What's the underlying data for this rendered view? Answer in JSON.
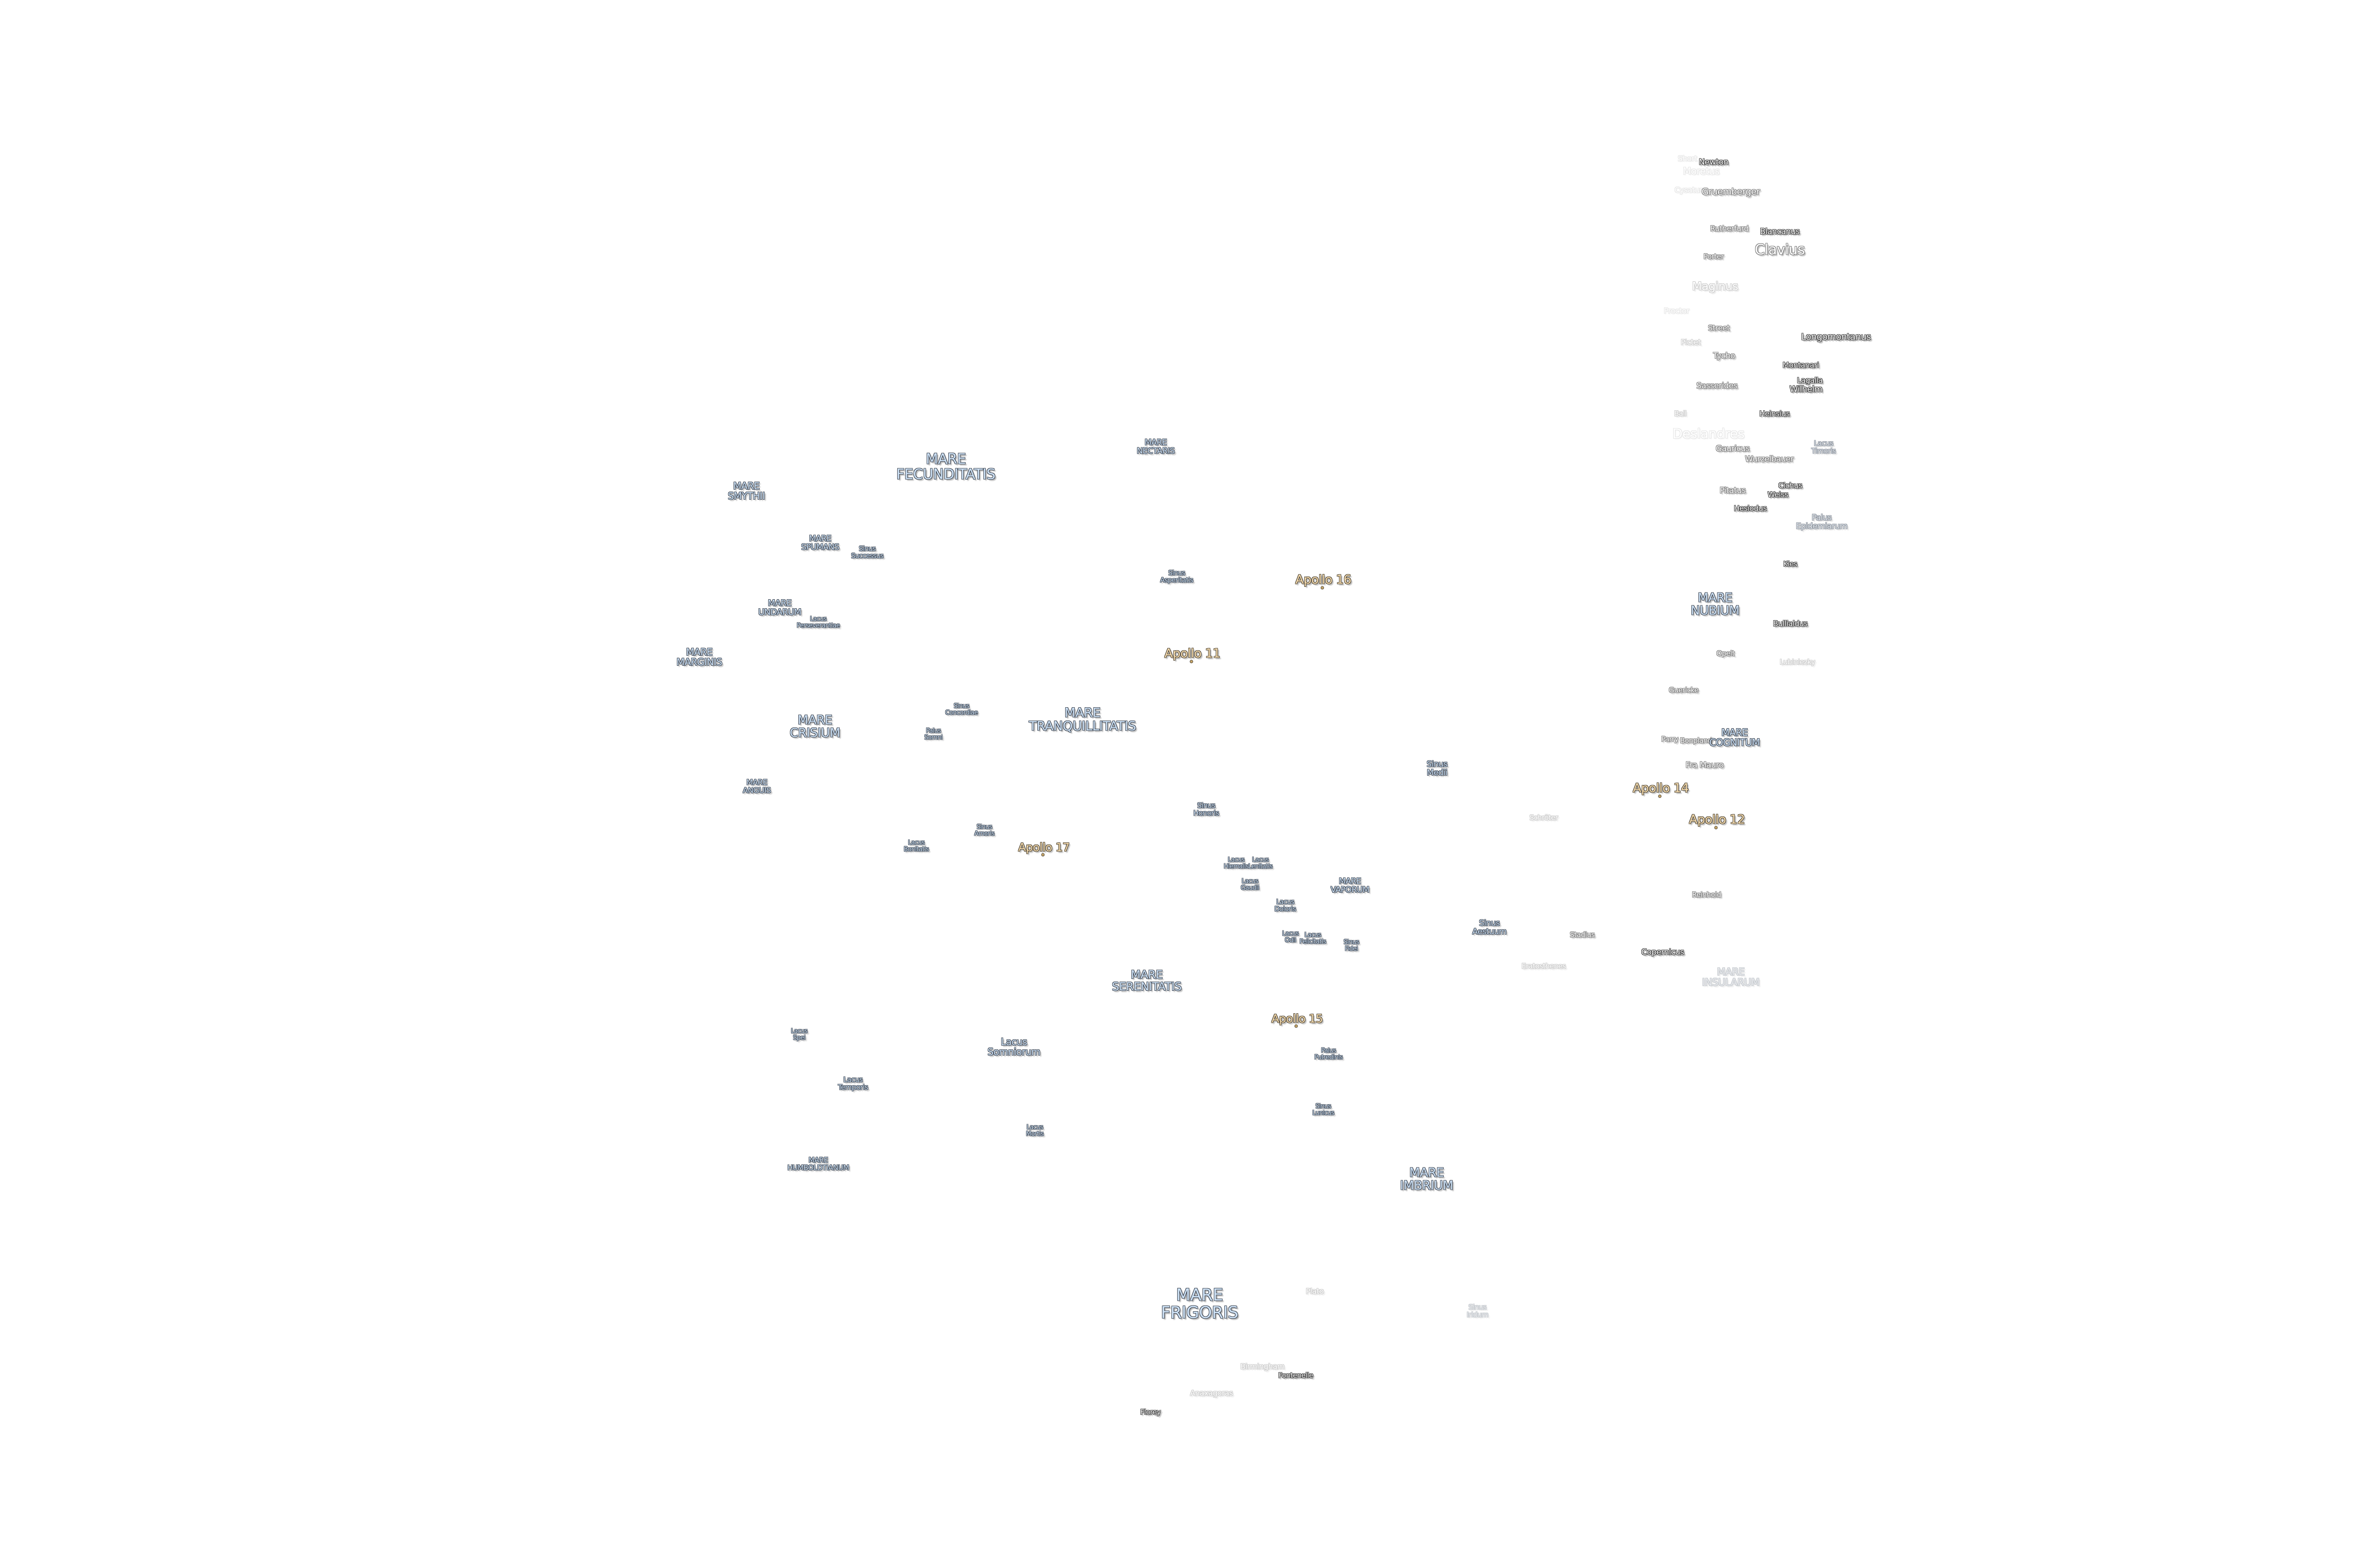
{
  "map": {
    "accent_colors": {
      "mare": "#cfe3f7",
      "apollo": "#f6ddb0",
      "crater": "#ffffff"
    },
    "labels": [
      {
        "text": "Short",
        "kind": "crater"
      },
      {
        "text": "Newton",
        "kind": "crater"
      },
      {
        "text": "Moretus",
        "kind": "crater"
      },
      {
        "text": "Cysatus",
        "kind": "crater"
      },
      {
        "text": "Gruemberger",
        "kind": "crater"
      },
      {
        "text": "Rutherfurd",
        "kind": "crater"
      },
      {
        "text": "Blancanus",
        "kind": "crater"
      },
      {
        "text": "Clavius",
        "kind": "crater"
      },
      {
        "text": "Porter",
        "kind": "crater"
      },
      {
        "text": "Maginus",
        "kind": "crater"
      },
      {
        "text": "Proctor",
        "kind": "crater"
      },
      {
        "text": "Street",
        "kind": "crater"
      },
      {
        "text": "Longomontanus",
        "kind": "crater"
      },
      {
        "text": "Pictet",
        "kind": "crater"
      },
      {
        "text": "Tycho",
        "kind": "crater"
      },
      {
        "text": "Montanari",
        "kind": "crater"
      },
      {
        "text": "Sasserides",
        "kind": "crater"
      },
      {
        "text": "Lagalla",
        "kind": "crater"
      },
      {
        "text": "Wilhelm",
        "kind": "crater"
      },
      {
        "text": "Ball",
        "kind": "crater"
      },
      {
        "text": "Heinsius",
        "kind": "crater"
      },
      {
        "text": "Deslandres",
        "kind": "crater"
      },
      {
        "text": "Gauricus",
        "kind": "crater"
      },
      {
        "text": "Lacus\nTimoris",
        "kind": "lake"
      },
      {
        "text": "Wurzelbauer",
        "kind": "crater"
      },
      {
        "text": "Cichus",
        "kind": "crater"
      },
      {
        "text": "Pitatus",
        "kind": "crater"
      },
      {
        "text": "Weiss",
        "kind": "crater"
      },
      {
        "text": "Hesiodus",
        "kind": "crater"
      },
      {
        "text": "Palus\nEpidemiarum",
        "kind": "marsh"
      },
      {
        "text": "Kies",
        "kind": "crater"
      },
      {
        "text": "MARE\nNUBIUM",
        "kind": "mare"
      },
      {
        "text": "Bullialdus",
        "kind": "crater"
      },
      {
        "text": "Opelt",
        "kind": "crater"
      },
      {
        "text": "Lubiniezky",
        "kind": "crater"
      },
      {
        "text": "Guericke",
        "kind": "crater"
      },
      {
        "text": "Parry",
        "kind": "crater"
      },
      {
        "text": "Bonpland",
        "kind": "crater"
      },
      {
        "text": "MARE\nCOGNITUM",
        "kind": "mare"
      },
      {
        "text": "Fra Mauro",
        "kind": "crater"
      },
      {
        "text": "Apollo 14",
        "kind": "apollo"
      },
      {
        "text": "Apollo 12",
        "kind": "apollo"
      },
      {
        "text": "Schröter",
        "kind": "crater"
      },
      {
        "text": "Reinhold",
        "kind": "crater"
      },
      {
        "text": "Sinus\nAestuum",
        "kind": "bay"
      },
      {
        "text": "Stadius",
        "kind": "crater"
      },
      {
        "text": "Copernicus",
        "kind": "crater"
      },
      {
        "text": "Eratosthenes",
        "kind": "crater"
      },
      {
        "text": "MARE\nINSULARUM",
        "kind": "mare"
      },
      {
        "text": "Sinus\nMedii",
        "kind": "bay"
      },
      {
        "text": "Sinus\nHonoris",
        "kind": "bay"
      },
      {
        "text": "Lacus\nHiemalis",
        "kind": "lake"
      },
      {
        "text": "Lacus\nLenitatis",
        "kind": "lake"
      },
      {
        "text": "Lacus\nGaudii",
        "kind": "lake"
      },
      {
        "text": "MARE\nVAPORUM",
        "kind": "mare"
      },
      {
        "text": "Lacus\nDoloris",
        "kind": "lake"
      },
      {
        "text": "Lacus\nOdii",
        "kind": "lake"
      },
      {
        "text": "Lacus\nFelicitatis",
        "kind": "lake"
      },
      {
        "text": "Sinus\nFidei",
        "kind": "bay"
      },
      {
        "text": "MARE\nNECTARIS",
        "kind": "mare"
      },
      {
        "text": "Sinus\nAsperitatis",
        "kind": "bay"
      },
      {
        "text": "Apollo 16",
        "kind": "apollo"
      },
      {
        "text": "Apollo 11",
        "kind": "apollo"
      },
      {
        "text": "MARE\nFECUNDITATIS",
        "kind": "mare"
      },
      {
        "text": "MARE\nSMYTHII",
        "kind": "mare"
      },
      {
        "text": "MARE\nSPUMANS",
        "kind": "mare"
      },
      {
        "text": "Sinus\nSuccessus",
        "kind": "bay"
      },
      {
        "text": "MARE\nUNDARUM",
        "kind": "mare"
      },
      {
        "text": "Lacus\nPerseverantiae",
        "kind": "lake"
      },
      {
        "text": "MARE\nMARGINIS",
        "kind": "mare"
      },
      {
        "text": "MARE\nCRISIUM",
        "kind": "mare"
      },
      {
        "text": "Sinus\nConcordiae",
        "kind": "bay"
      },
      {
        "text": "Palus\nSomni",
        "kind": "marsh"
      },
      {
        "text": "MARE\nTRANQUILLITATIS",
        "kind": "mare"
      },
      {
        "text": "MARE\nANGUIS",
        "kind": "mare"
      },
      {
        "text": "Sinus\nAmoris",
        "kind": "bay"
      },
      {
        "text": "Lacus\nBonitatis",
        "kind": "lake"
      },
      {
        "text": "Apollo 17",
        "kind": "apollo"
      },
      {
        "text": "MARE\nSERENITATIS",
        "kind": "mare"
      },
      {
        "text": "Apollo 15",
        "kind": "apollo"
      },
      {
        "text": "Lacus\nSpei",
        "kind": "lake"
      },
      {
        "text": "Lacus\nSomniorum",
        "kind": "lake"
      },
      {
        "text": "Palus\nPutredinis",
        "kind": "marsh"
      },
      {
        "text": "Lacus\nTemporis",
        "kind": "lake"
      },
      {
        "text": "Sinus\nLunicus",
        "kind": "bay"
      },
      {
        "text": "Lacus\nMortis",
        "kind": "lake"
      },
      {
        "text": "MARE\nHUMBOLDTIANUM",
        "kind": "mare"
      },
      {
        "text": "MARE\nIMBRIUM",
        "kind": "mare"
      },
      {
        "text": "MARE\nFRIGORIS",
        "kind": "mare"
      },
      {
        "text": "Plato",
        "kind": "crater"
      },
      {
        "text": "Sinus\nIridum",
        "kind": "bay"
      },
      {
        "text": "Birmingham",
        "kind": "crater"
      },
      {
        "text": "Fontenelle",
        "kind": "crater"
      },
      {
        "text": "Anaxagoras",
        "kind": "crater"
      },
      {
        "text": "Florey",
        "kind": "crater"
      }
    ]
  }
}
